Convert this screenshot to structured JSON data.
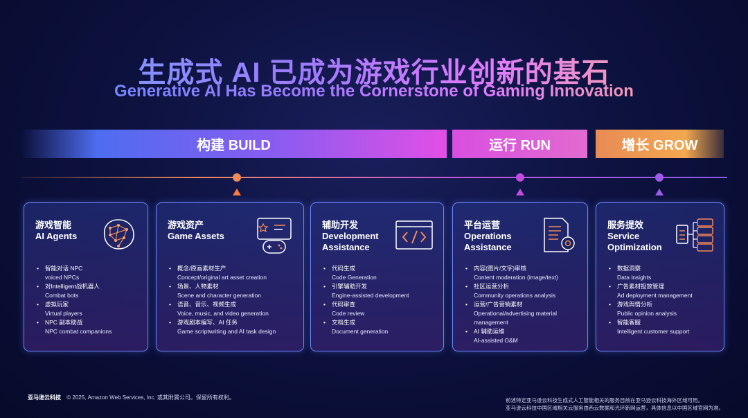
{
  "title_cn": "生成式 AI 已成为游戏行业创新的基石",
  "title_en": "Generative AI Has Become the Cornerstone of Gaming Innovation",
  "phases": [
    {
      "label": "构建 BUILD"
    },
    {
      "label": "运行 RUN"
    },
    {
      "label": "增长 GROW"
    }
  ],
  "colors": {
    "accent_orange": "#ff7a40",
    "accent_purple": "#c24be0",
    "card_border": "#6b86ff"
  },
  "cards": [
    {
      "title_cn": "游戏智能",
      "title_en": "AI Agents",
      "icon": "brain-network-icon",
      "items": [
        {
          "cn": "智能对话 NPC",
          "en": "voiced NPCs"
        },
        {
          "cn": "对Intelligent战机器人",
          "en": "Combat bots"
        },
        {
          "cn": "虚拟玩家",
          "en": "Virtual players"
        },
        {
          "cn": "NPC 副本助战",
          "en": "NPC combat companions"
        }
      ]
    },
    {
      "title_cn": "游戏资产",
      "title_en": "Game Assets",
      "icon": "gamepad-screen-icon",
      "items": [
        {
          "cn": "概念/原画素材生产",
          "en": "Concept/original art asset creation"
        },
        {
          "cn": "场景、人物素材",
          "en": "Scene and character generation"
        },
        {
          "cn": "语音、音乐、视频生成",
          "en": "Voice, music, and video generation"
        },
        {
          "cn": "游戏剧本编写、AI 任务",
          "en": "Game scriptwriting and AI task design"
        }
      ]
    },
    {
      "title_cn": "辅助开发",
      "title_en": "Development",
      "title_en2": "Assistance",
      "icon": "code-window-icon",
      "items": [
        {
          "cn": "代码生成",
          "en": "Code Generation"
        },
        {
          "cn": "引擎辅助开发",
          "en": "Engine-assisted development"
        },
        {
          "cn": "代码审查",
          "en": "Code review"
        },
        {
          "cn": "文档生成",
          "en": "Document generation"
        }
      ]
    },
    {
      "title_cn": "平台运营",
      "title_en": "Operations",
      "title_en2": "Assistance",
      "icon": "document-gear-icon",
      "items": [
        {
          "cn": "内容(图片/文字)审核",
          "en": "Content moderation (image/text)"
        },
        {
          "cn": "社区运营分析",
          "en": "Community operations analysis"
        },
        {
          "cn": "运营/广告营销素材",
          "en": "Operational/advertising material management"
        },
        {
          "cn": "AI 辅助运维",
          "en": "AI-assisted O&M"
        }
      ]
    },
    {
      "title_cn": "服务提效",
      "title_en": "Service",
      "title_en2": "Optimization",
      "icon": "flow-chart-icon",
      "items": [
        {
          "cn": "数据洞察",
          "en": "Data insights"
        },
        {
          "cn": "广告素材投放管理",
          "en": "Ad deployment management"
        },
        {
          "cn": "游戏舆情分析",
          "en": "Public opinion analysis"
        },
        {
          "cn": "智能客服",
          "en": "Intelligent customer support"
        }
      ]
    }
  ],
  "footer": {
    "brand": "亚马逊云科技",
    "copyright": "© 2025, Amazon Web Services, Inc. 或其附属公司。保留所有权利。",
    "note_line1": "前述特定亚马逊云科技生成式人工智能相关的服务目前在亚马逊云科技海外区域可用。",
    "note_line2": "亚马逊云科技中国区域相关云服务由西云数据和光环新网运营，具体信息以中国区域官网为准。"
  }
}
